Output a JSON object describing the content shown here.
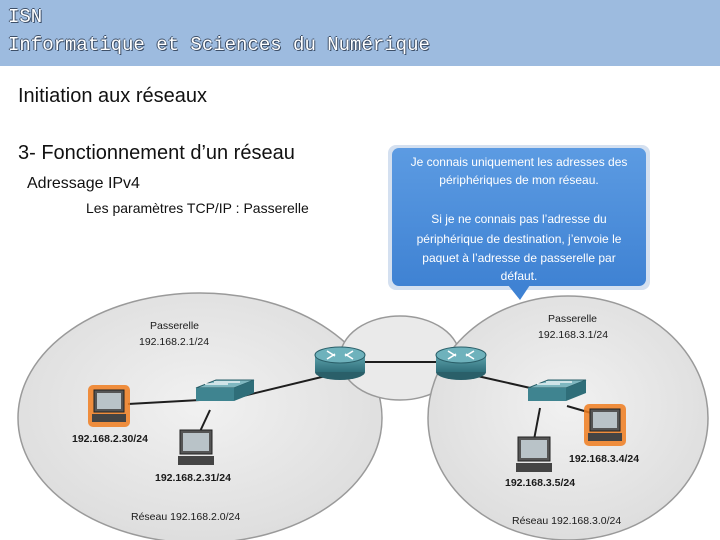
{
  "header": {
    "line1": "ISN",
    "line2": "Informatique et Sciences du Numérique"
  },
  "content": {
    "title": "Initiation aux réseaux",
    "section": "3- Fonctionnement d’un réseau",
    "subsection": "Adressage IPv4",
    "topic": "Les paramètres TCP/IP : Passerelle"
  },
  "callout": {
    "lines": [
      "Je connais uniquement les adresses des",
      "périphériques de mon réseau.",
      "Si je ne connais pas l’adresse du",
      "périphérique de destination, j’envoie le",
      "paquet à l’adresse de passerelle par",
      "défaut."
    ]
  },
  "diagram": {
    "left_network": {
      "gateway_label": "Passerelle",
      "gateway_ip": "192.168.2.1/24",
      "host_highlighted": "192.168.2.30/24",
      "host_other": "192.168.2.31/24",
      "network_label": "Réseau 192.168.2.0/24"
    },
    "right_network": {
      "gateway_label": "Passerelle",
      "gateway_ip": "192.168.3.1/24",
      "host_highlighted": "192.168.3.4/24",
      "host_other": "192.168.3.5/24",
      "network_label": "Réseau 192.168.3.0/24"
    },
    "colors": {
      "banner": "#9dbbdf",
      "callout": "#4c8fdc",
      "network_zone": "#e6e6e6",
      "highlight": "#f07c1e",
      "router": "#3f8490"
    }
  }
}
